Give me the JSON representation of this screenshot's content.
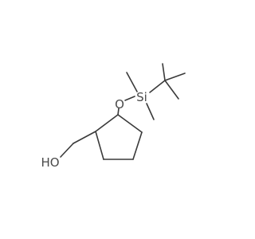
{
  "molecule": {
    "atoms": {
      "oxygen_silyl_ether": "O",
      "silicon": "Si",
      "hydroxyl": "HO"
    },
    "colors": {
      "bond": "#3a3a3a",
      "label": "#4a4a4a",
      "background": "#ffffff"
    }
  }
}
